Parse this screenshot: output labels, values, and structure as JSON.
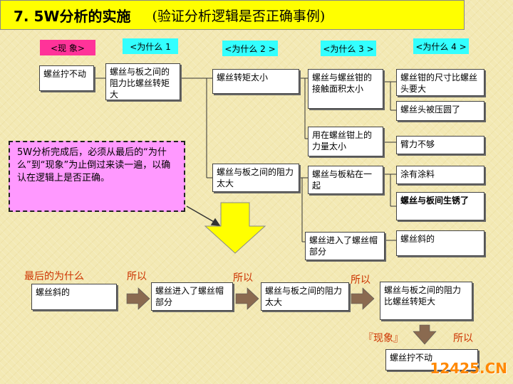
{
  "title": {
    "main": "7. 5W分析的实施",
    "sub": "(验证分析逻辑是否正确事例)"
  },
  "headers": {
    "phenomenon": "<现 象>",
    "why1": "<为什么 1",
    "why2": "<为什么 2 >",
    "why3": "<为什么 3 >",
    "why4": "<为什么 4 >"
  },
  "tree": {
    "phenomenon": "螺丝拧不动",
    "why1": "螺丝与板之间的阻力比螺丝转矩大",
    "why2_a": "螺丝转矩太小",
    "why2_b": "螺丝与板之间的阻力太大",
    "why3_a": "螺丝与螺丝钳的接触面积太小",
    "why3_b": "用在螺丝钳上的力量太小",
    "why3_c": "螺丝与板粘在一起",
    "why3_d": "螺丝进入了螺丝帽部分",
    "why4_a": "螺丝钳的尺寸比螺丝头要大",
    "why4_b": "螺丝头被压圆了",
    "why4_c": "臂力不够",
    "why4_d": "涂有涂料",
    "why4_e": "螺丝与板间生锈了",
    "why4_f": "螺丝斜的"
  },
  "note": "5W分析完成后，必须从最后的“为什么”到“现象”为止倒过来读一遍，以确认在逻辑上是否正确。",
  "verify": {
    "last_why_label": "最后的为什么",
    "so_label": "所以",
    "phenomenon_label": "『现象』",
    "step1": "螺丝斜的",
    "step2": "螺丝进入了螺丝帽部分",
    "step3": "螺丝与板之间的阻力太大",
    "step4": "螺丝与板之间的阻力比螺丝转矩大",
    "result": "螺丝拧不动"
  },
  "watermark": "12425.CN"
}
